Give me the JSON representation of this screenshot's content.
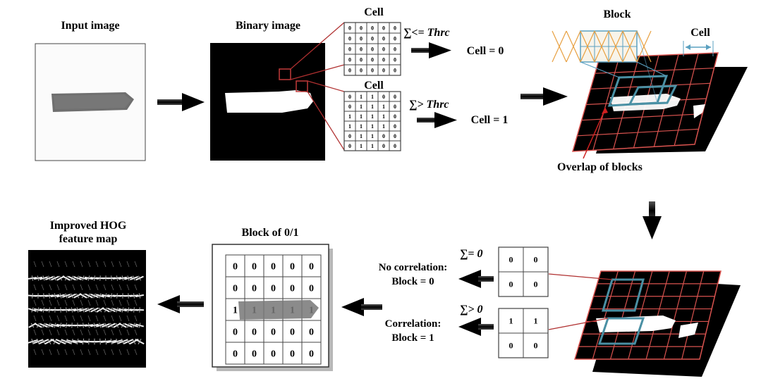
{
  "labels": {
    "input_image": "Input image",
    "binary_image": "Binary image",
    "cell_top": "Cell",
    "cell_bottom": "Cell",
    "sum_le_thr": "∑<= Thrc",
    "sum_gt_thr": "∑> Thrc",
    "cell_eq_0": "Cell = 0",
    "cell_eq_1": "Cell = 1",
    "block": "Block",
    "cell_right": "Cell",
    "overlap": "Overlap of blocks",
    "hog_line1": "Improved HOG",
    "hog_line2": "feature map",
    "block_of_01": "Block of 0/1",
    "sum_eq_0": "∑= 0",
    "sum_gt_0": "∑> 0",
    "no_corr_line1": "No correlation:",
    "no_corr_line2": "Block = 0",
    "corr_line1": "Correlation:",
    "corr_line2": "Block = 1"
  },
  "cell_grid_top": [
    [
      "0",
      "0",
      "0",
      "0",
      "0"
    ],
    [
      "0",
      "0",
      "0",
      "0",
      "0"
    ],
    [
      "0",
      "0",
      "0",
      "0",
      "0"
    ],
    [
      "0",
      "0",
      "0",
      "0",
      "0"
    ],
    [
      "0",
      "0",
      "0",
      "0",
      "0"
    ]
  ],
  "cell_grid_bottom": [
    [
      "0",
      "1",
      "1",
      "0",
      "0"
    ],
    [
      "0",
      "1",
      "1",
      "1",
      "0"
    ],
    [
      "1",
      "1",
      "1",
      "1",
      "0"
    ],
    [
      "1",
      "1",
      "1",
      "1",
      "0"
    ],
    [
      "0",
      "1",
      "1",
      "0",
      "0"
    ],
    [
      "0",
      "1",
      "1",
      "0",
      "0"
    ]
  ],
  "small_block_top": [
    [
      "0",
      "0"
    ],
    [
      "0",
      "0"
    ]
  ],
  "small_block_bottom": [
    [
      "1",
      "1"
    ],
    [
      "0",
      "0"
    ]
  ],
  "block_grid": [
    [
      "0",
      "0",
      "0",
      "0",
      "0"
    ],
    [
      "0",
      "0",
      "0",
      "0",
      "0"
    ],
    [
      "1",
      "1",
      "1",
      "1",
      "1"
    ],
    [
      "0",
      "0",
      "0",
      "0",
      "0"
    ],
    [
      "0",
      "0",
      "0",
      "0",
      "0"
    ]
  ],
  "colors": {
    "grid_red": "#d9534f",
    "block_teal": "#4a90a4",
    "mesh_orange": "#e8a040",
    "mesh_blue": "#5aa0c0",
    "callout_red": "#b03030"
  }
}
